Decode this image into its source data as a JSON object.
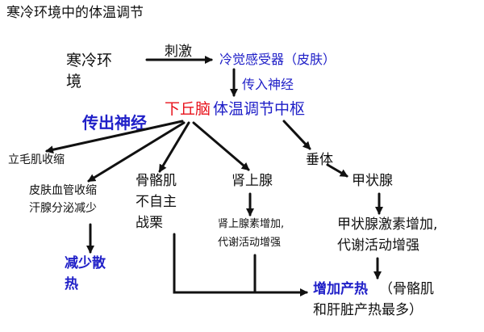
{
  "title": "寒冷环境中的体温调节",
  "colors": {
    "text": "#111111",
    "accent_blue": "#2020c8",
    "accent_red": "#e8101a"
  },
  "nodes": {
    "cold_env_line1": "寒冷环",
    "cold_env_line2": "境",
    "stimulus_label": "刺激",
    "receptor": "冷觉感受器（皮肤）",
    "afferent_nerve": "传入神经",
    "center_prefix": "下丘脑",
    "center_suffix": "体温调节中枢",
    "efferent_nerve": "传出神经",
    "pituitary": "垂体",
    "thyroid": "甲状腺",
    "thyroid_effect_line1": "甲状腺激素增加,",
    "thyroid_effect_line2": "代谢活动增强",
    "adrenal": "肾上腺",
    "adrenal_effect_line1": "肾上腺素增加,",
    "adrenal_effect_line2": "代谢活动增强",
    "muscle_line1": "骨骼肌",
    "muscle_line2": "不自主",
    "muscle_line3": "战栗",
    "piloerection": "立毛肌收缩",
    "vasoconstrict_line1": "皮肤血管收缩",
    "vasoconstrict_line2": "汗腺分泌减少",
    "reduce_heat_line1": "减少散",
    "reduce_heat_line2": "热",
    "increase_heat": "增加产热",
    "increase_heat_note_line1": "（骨骼肌",
    "increase_heat_note_line2": "和肝脏产热最多）"
  }
}
